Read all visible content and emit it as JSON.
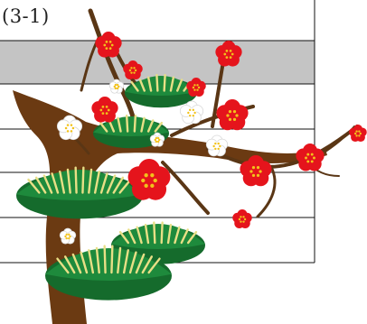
{
  "label": "(3-1)",
  "illustration": {
    "subject": "pine-and-plum-blossom",
    "icon": "pine-plum-illustration",
    "colors": {
      "band": "#c4c4c4",
      "ruled_line": "#111111",
      "trunk": "#6b3a12",
      "branch": "#5a3615",
      "pine_needles": "#1e8a3c",
      "pine_dark": "#156b2c",
      "pine_highlight": "#e8df86",
      "plum_red": "#e5141c",
      "plum_white": "#ffffff",
      "stamen": "#f2c21b"
    }
  }
}
